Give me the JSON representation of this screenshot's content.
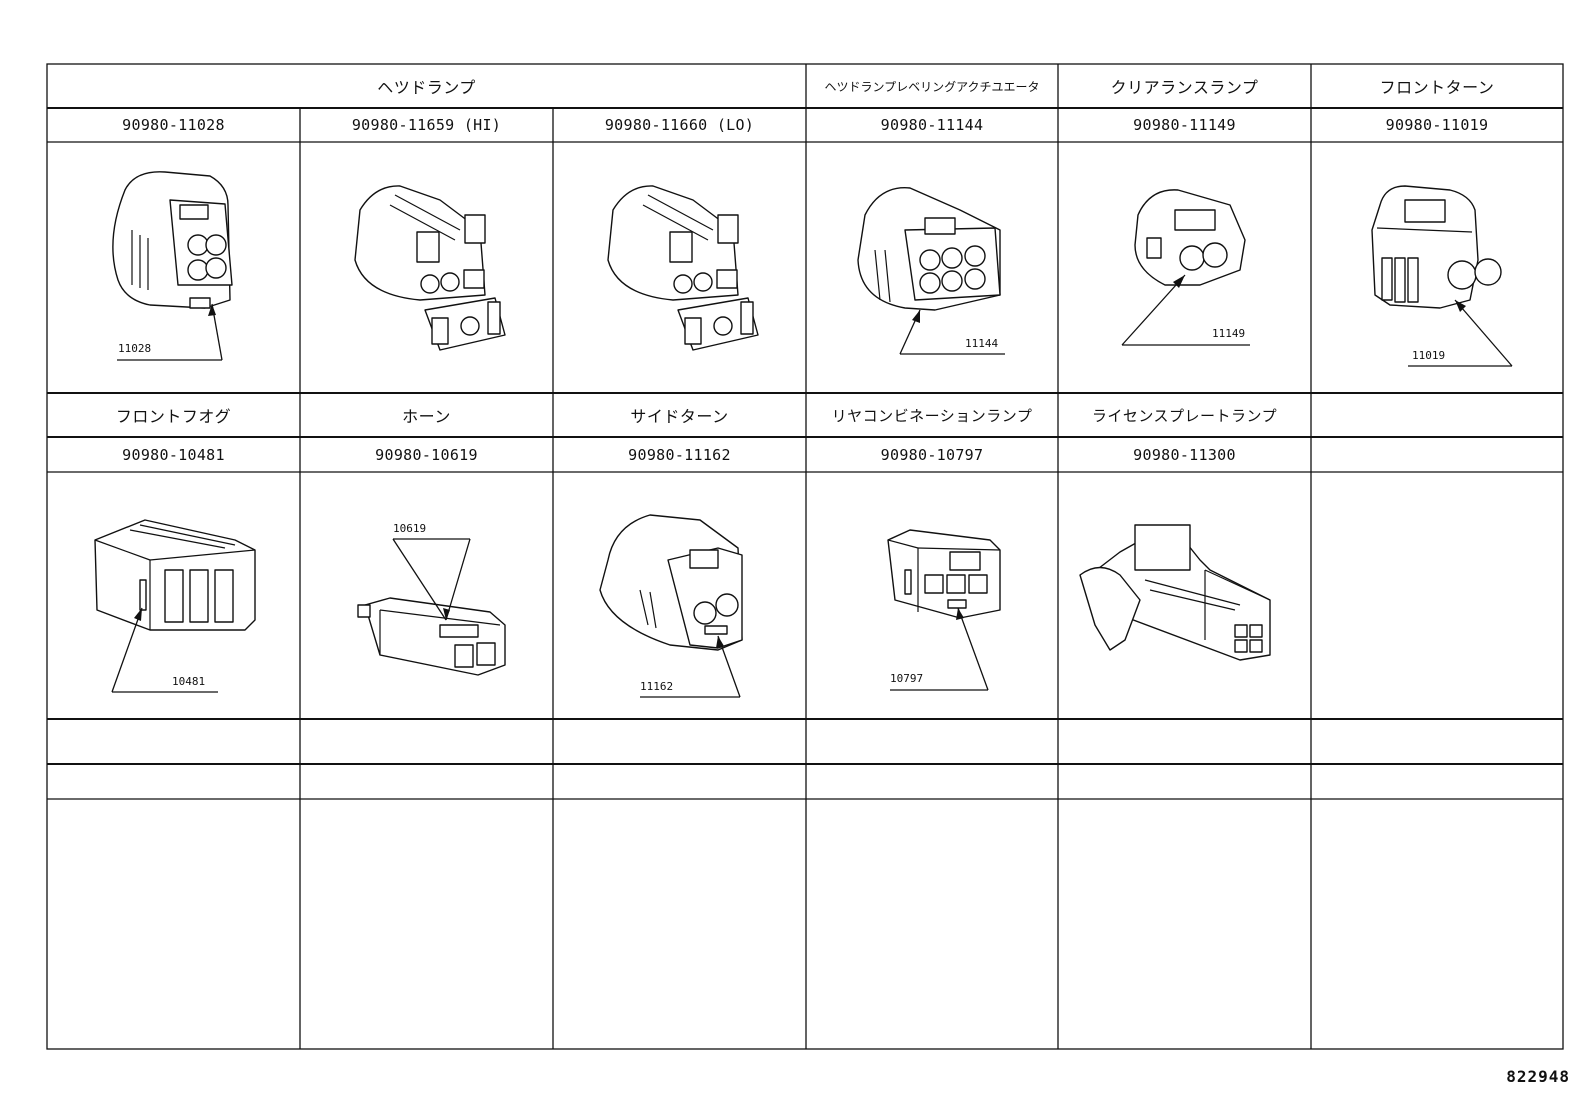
{
  "groups_row1": [
    "ヘツドランプ",
    "ヘツドランプレベリングアクチユエータ",
    "クリアランスランプ",
    "フロントターン"
  ],
  "codes_row1": [
    "90980-11028",
    "90980-11659 (HI)",
    "90980-11660 (LO)",
    "90980-11144",
    "90980-11149",
    "90980-11019"
  ],
  "refs_row1": [
    "11028",
    "11144",
    "11149",
    "11019"
  ],
  "groups_row2": [
    "フロントフオグ",
    "ホーン",
    "サイドターン",
    "リヤコンビネーションランプ",
    "ライセンスプレートランプ"
  ],
  "codes_row2": [
    "90980-10481",
    "90980-10619",
    "90980-11162",
    "90980-10797",
    "90980-11300"
  ],
  "refs_row2": [
    "10481",
    "10619",
    "11162",
    "10797"
  ],
  "figure_number": "822948"
}
